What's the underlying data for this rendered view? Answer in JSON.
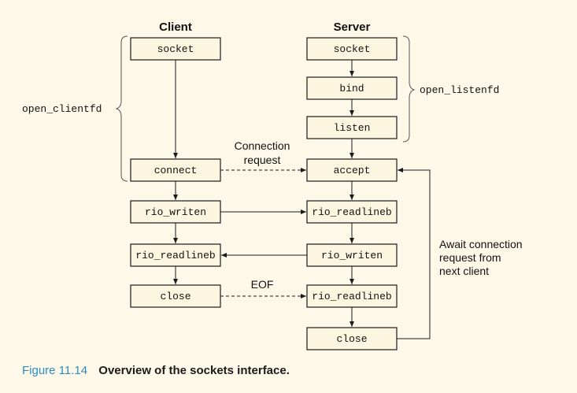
{
  "headers": {
    "client": "Client",
    "server": "Server"
  },
  "client_boxes": {
    "socket": "socket",
    "connect": "connect",
    "rio_writen": "rio_writen",
    "rio_readlineb": "rio_readlineb",
    "close": "close"
  },
  "server_boxes": {
    "socket": "socket",
    "bind": "bind",
    "listen": "listen",
    "accept": "accept",
    "rio_readlineb_1": "rio_readlineb",
    "rio_writen": "rio_writen",
    "rio_readlineb_2": "rio_readlineb",
    "close": "close"
  },
  "brace_labels": {
    "client": "open_clientfd",
    "server": "open_listenfd"
  },
  "annotations": {
    "connection_request_1": "Connection",
    "connection_request_2": "request",
    "eof": "EOF",
    "await_1": "Await connection",
    "await_2": "request from",
    "await_3": "next client"
  },
  "caption": {
    "figure": "Figure 11.14",
    "title": "Overview of the sockets interface."
  },
  "colors": {
    "background": "#fdf8e8",
    "box_fill": "#fcf5df",
    "caption_accent": "#2a8fbf"
  }
}
